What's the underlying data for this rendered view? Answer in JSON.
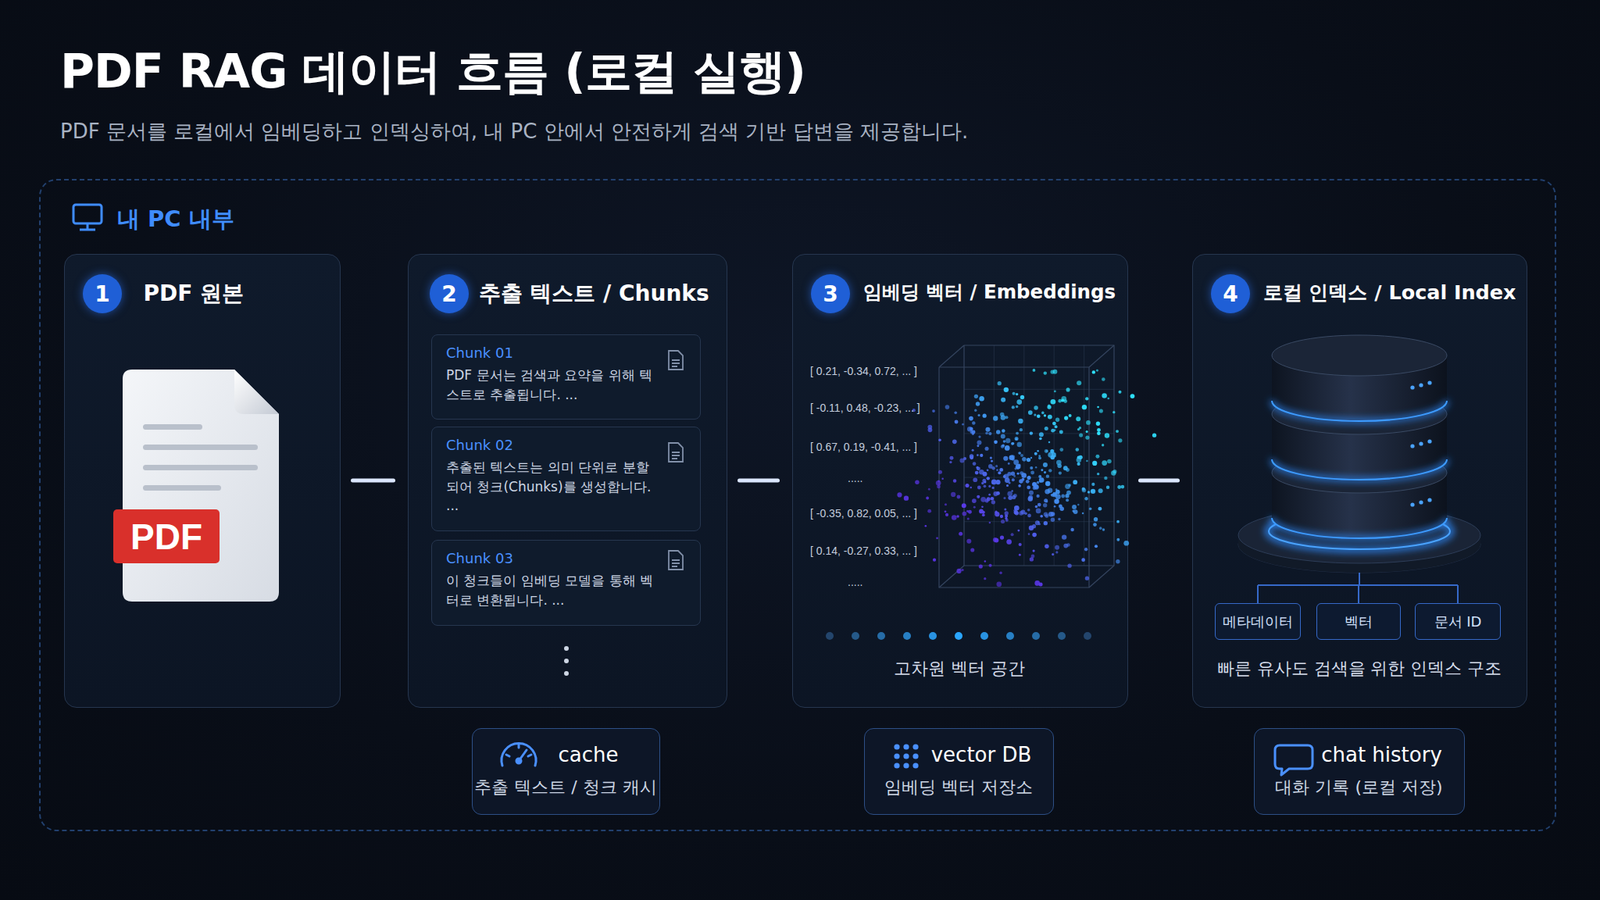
{
  "diagram": {
    "title": "PDF RAG 데이터 흐름 (로컬 실행)",
    "caption": "PDF 문서를 로컬에서 임베딩하고 인덱싱하여, 내 PC 안에서 안전하게 검색 기반 답변을 제공합니다.",
    "nodes": [
      {
        "text": [
          "내 PC 내부"
        ]
      },
      {
        "text": [
          "PDF 원본"
        ],
        "in": 0
      },
      {
        "text": [
          "추출 텍스트 / Chunks"
        ],
        "in": 0
      },
      {
        "text": [
          "Chunk 01",
          "PDF 문서는 검색과 요약을 위해 텍스트로 추출됩니다. ..."
        ],
        "in": 2
      },
      {
        "text": [
          "Chunk 02",
          "추출된 텍스트는 의미 단위로 분할되어 청크(Chunks)를 생성합니다. ..."
        ],
        "in": 2
      },
      {
        "text": [
          "Chunk 03",
          "이 청크들이 임베딩 모델을 통해 벡터로 변환됩니다. ..."
        ],
        "in": 2
      },
      {
        "text": [
          "임베딩 벡터 / Embeddings"
        ],
        "in": 0
      },
      {
        "text": [
          "로컬 인덱스 / Local Index"
        ],
        "in": 0
      },
      {
        "text": [
          "메타데이터"
        ],
        "in": 7
      },
      {
        "text": [
          "벡터"
        ],
        "in": 7
      },
      {
        "text": [
          "문서 ID"
        ],
        "in": 7
      },
      {
        "text": [
          "cache",
          "추출 텍스트 / 청크 캐시"
        ],
        "in": 0
      },
      {
        "text": [
          "vector DB",
          "임베딩 벡터 저장소"
        ],
        "in": 0
      },
      {
        "text": [
          "chat history",
          "대화 기록 (로컬 저장)"
        ],
        "in": 0
      }
    ],
    "edges": [
      {
        "from": 1,
        "to": 2,
        "arrow": "to"
      },
      {
        "from": 2,
        "to": 6,
        "arrow": "to"
      },
      {
        "from": 6,
        "to": 7,
        "arrow": "to"
      }
    ],
    "labels": [
      "1",
      "PDF",
      "2",
      "3",
      "4",
      "[ 0.21, -0.34, 0.72, ... ]",
      "[ -0.11, 0.48, -0.23, ... ]",
      "[ 0.67, 0.19, -0.41, ... ]",
      ".....",
      "[ -0.35, 0.82, 0.05, ... ]",
      "[ 0.14, -0.27, 0.33, ... ]",
      ".....",
      "고차원 벡터 공간",
      "빠른 유사도 검색을 위한 인덱스 구조"
    ]
  }
}
